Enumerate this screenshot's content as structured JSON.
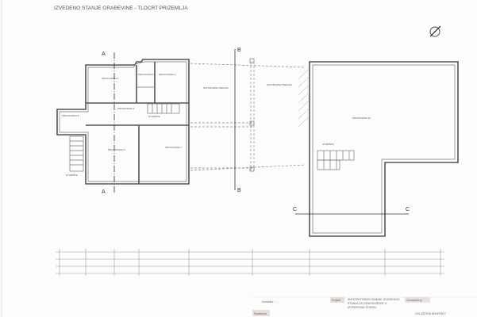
{
  "drawing": {
    "title": "IZVEDENO STANJE GRAĐEVINE - TLOCRT PRIZEMLJA",
    "sections": {
      "a": "A",
      "b": "B",
      "c": "C"
    },
    "rooms": [
      "PROSTORIJA 1",
      "PROSTORIJA 2",
      "PROSTORIJA 3",
      "PROSTORIJA 4",
      "PROSTORIJA 5",
      "PROSTORIJA 6",
      "PROSTORIJA 7",
      "STUBIŠTE",
      "STUBIŠTE",
      "NATKRIVENA TERASA",
      "NATKRIVENA TERASA",
      "PROSTORIJA 10",
      "STUBIŠTE"
    ]
  },
  "title_block": {
    "investor": "Investitor: ...",
    "project_label": "Projekt",
    "project_text": "ARHITEKTONSKI SNIMAK IZVEDENOG STANJA ZA OZAKONJENJE U IZVEDENOM STANJU",
    "number_label": "Oznaka/broj",
    "author_label": "OVLAŠTENI ARHITEKT",
    "drawn_label": "Radionica"
  }
}
